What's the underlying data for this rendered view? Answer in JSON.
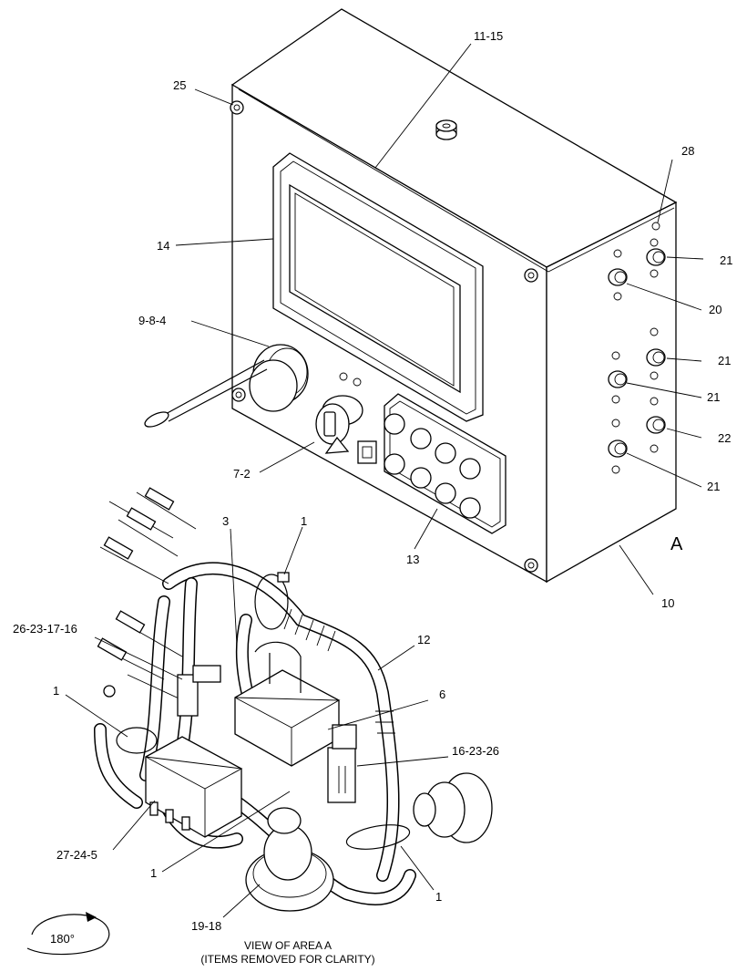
{
  "callouts": {
    "c11_15": "11-15",
    "c25": "25",
    "c28": "28",
    "c14": "14",
    "c21a": "21",
    "c20": "20",
    "c9_8_4": "9-8-4",
    "c21b": "21",
    "c21c": "21",
    "c22": "22",
    "c7_2": "7-2",
    "c21d": "21",
    "c13": "13",
    "c10": "10",
    "c3": "3",
    "c1a": "1",
    "c26_23_17_16": "26-23-17-16",
    "c12": "12",
    "c1b": "1",
    "c6": "6",
    "c16_23_26": "16-23-26",
    "c27_24_5": "27-24-5",
    "c1c": "1",
    "c1d": "1",
    "c19_18": "19-18"
  },
  "area_marker": "A",
  "rotation_label": "180°",
  "view_caption": {
    "line1": "VIEW OF AREA  A",
    "line2": "(ITEMS REMOVED FOR CLARITY)"
  }
}
